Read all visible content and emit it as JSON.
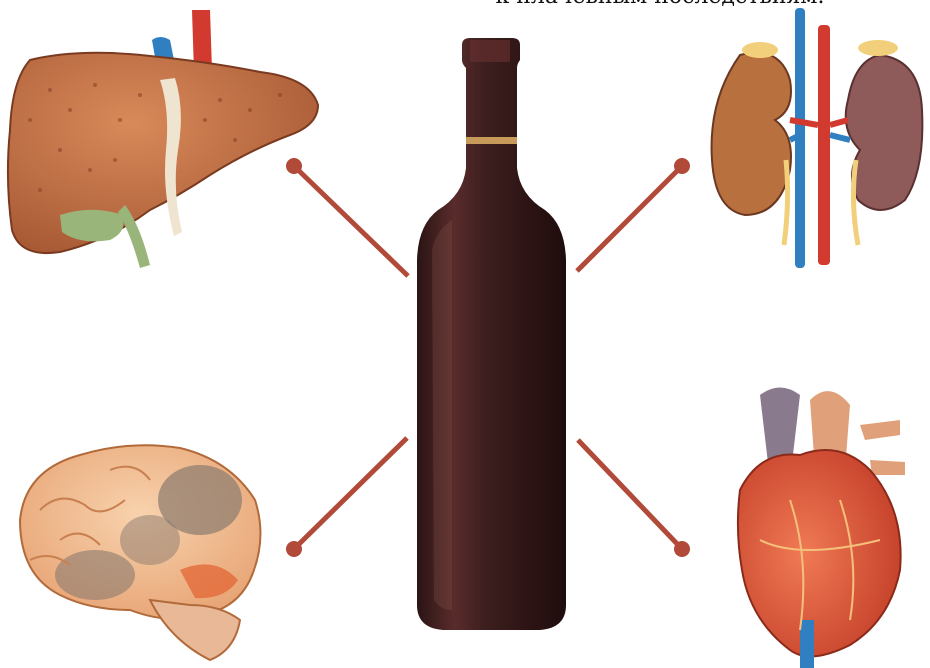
{
  "caption": "к плачевным последствиям.",
  "organs": [
    {
      "name": "liver"
    },
    {
      "name": "kidneys"
    },
    {
      "name": "brain"
    },
    {
      "name": "heart"
    }
  ],
  "colors": {
    "connector": "#b24a3a",
    "bottle": "#3a1c1c",
    "label_band": "#c79a5a",
    "liver": "#c56f43",
    "artery": "#d2392f",
    "vein": "#2f7fc1",
    "kidney_left": "#b9703f",
    "kidney_right": "#8e5a5a",
    "brain": "#f2b98a",
    "brain_shadow": "#8a7a6e",
    "heart": "#e0593c"
  }
}
